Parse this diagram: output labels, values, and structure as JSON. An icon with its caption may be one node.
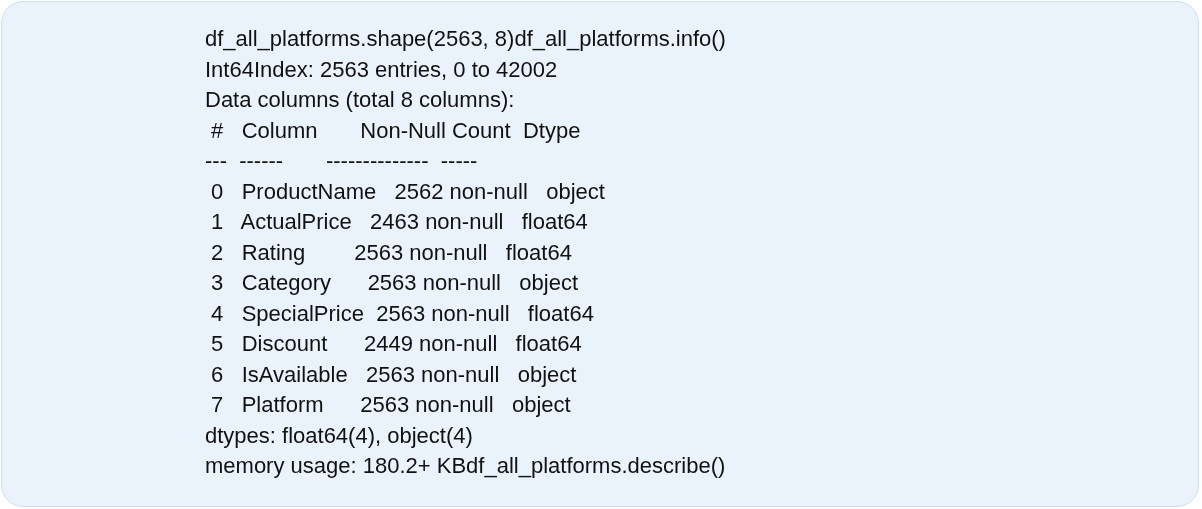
{
  "diagram": {
    "labels": [
      "df_all_platforms.shape(2563, 8)df_all_platforms.info()",
      "Int64Index: 2563 entries, 0 to 42002",
      "Data columns (total 8 columns):",
      " #   Column       Non-Null Count  Dtype",
      "---  ------       --------------  -----",
      " 0   ProductName   2562 non-null   object",
      " 1   ActualPrice   2463 non-null   float64",
      " 2   Rating        2563 non-null   float64",
      " 3   Category      2563 non-null   object",
      " 4   SpecialPrice  2563 non-null   float64",
      " 5   Discount      2449 non-null   float64",
      " 6   IsAvailable   2563 non-null   object",
      " 7   Platform      2563 non-null   object",
      "dtypes: float64(4), object(4)",
      "memory usage: 180.2+ KBdf_all_platforms.describe()"
    ]
  }
}
